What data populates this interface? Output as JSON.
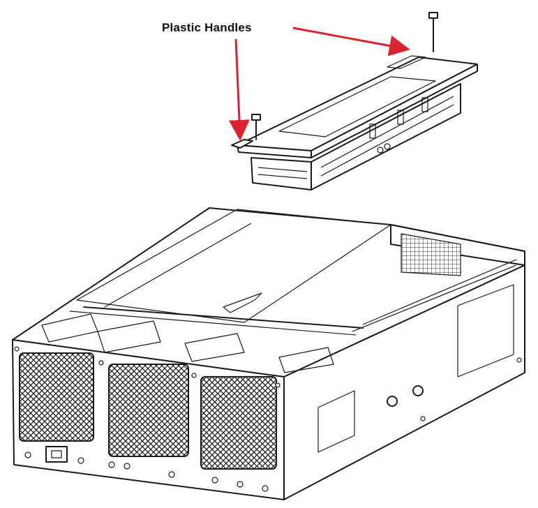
{
  "callout": {
    "label": "Plastic Handles",
    "arrow_color": "#d9232e"
  },
  "icons": [
    "riser-card-bracket",
    "chassis-illustration",
    "fan-icon",
    "screw-icon",
    "callout-arrow"
  ]
}
